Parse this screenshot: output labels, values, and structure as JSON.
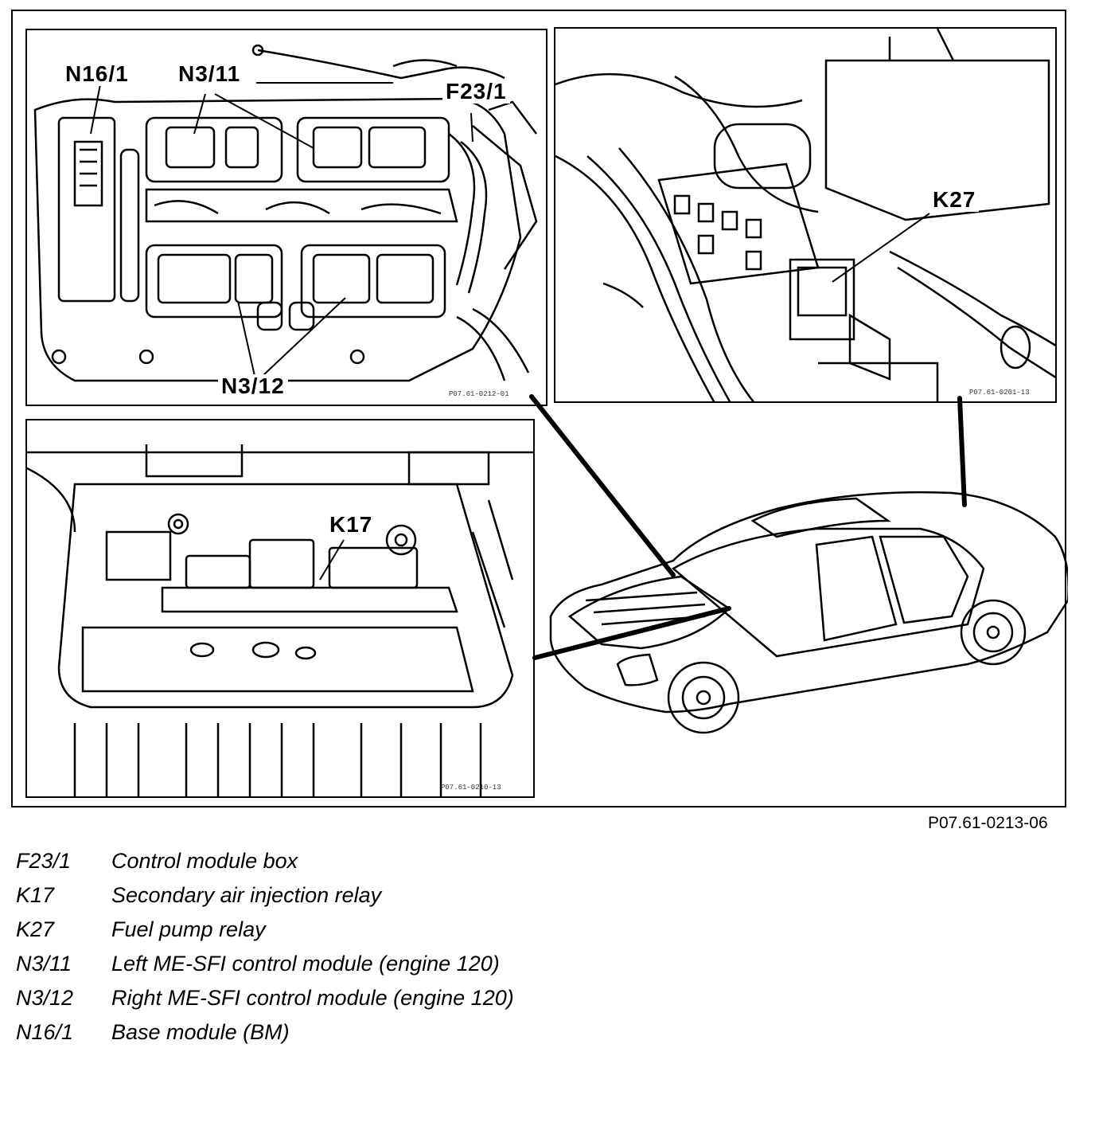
{
  "figure": {
    "reference": "P07.61-0213-06",
    "callouts": {
      "n16_1": "N16/1",
      "n3_11": "N3/11",
      "f23_1": "F23/1",
      "n3_12": "N3/12",
      "k27": "K27",
      "k17": "K17"
    },
    "panel_codes": {
      "top_left": "P07.61-0212-01",
      "top_right": "P07.61-0201-13",
      "bottom_left": "P07.61-0210-13"
    }
  },
  "legend": [
    {
      "code": "F23/1",
      "description": "Control module box"
    },
    {
      "code": "K17",
      "description": "Secondary air injection relay"
    },
    {
      "code": "K27",
      "description": "Fuel pump relay"
    },
    {
      "code": "N3/11",
      "description": "Left ME-SFI control module (engine 120)"
    },
    {
      "code": "N3/12",
      "description": "Right ME-SFI control module (engine 120)"
    },
    {
      "code": "N16/1",
      "description": "Base module (BM)"
    }
  ]
}
